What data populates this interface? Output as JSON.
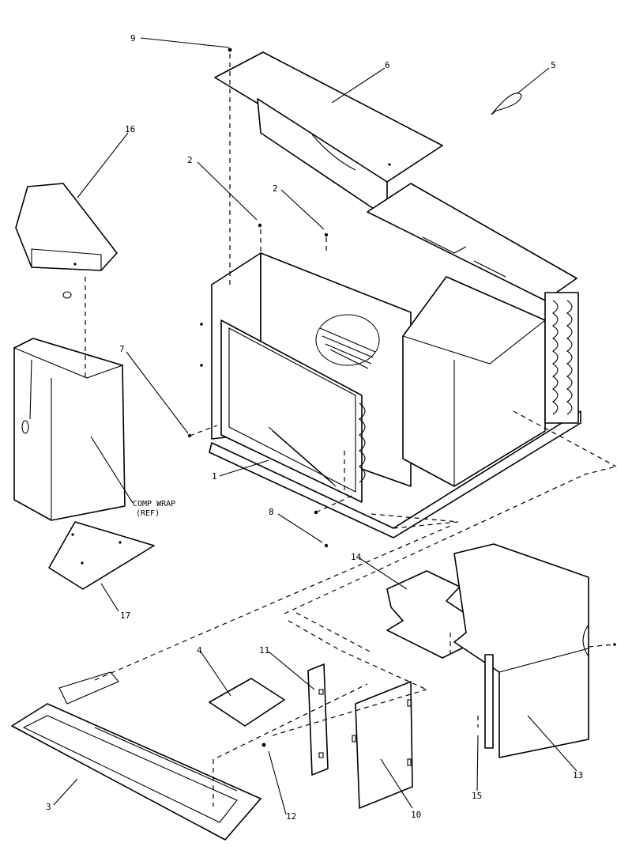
{
  "callouts": {
    "c1": "1",
    "c2a": "2",
    "c2b": "2",
    "c3": "3",
    "c4": "4",
    "c5": "5",
    "c6": "6",
    "c7": "7",
    "c8": "8",
    "c9": "9",
    "c10": "10",
    "c11": "11",
    "c12": "12",
    "c13": "13",
    "c14": "14",
    "c15": "15",
    "c16": "16",
    "c17": "17"
  },
  "notes": {
    "comp_wrap_line1": "COMP WRAP",
    "comp_wrap_line2": "(REF)"
  }
}
